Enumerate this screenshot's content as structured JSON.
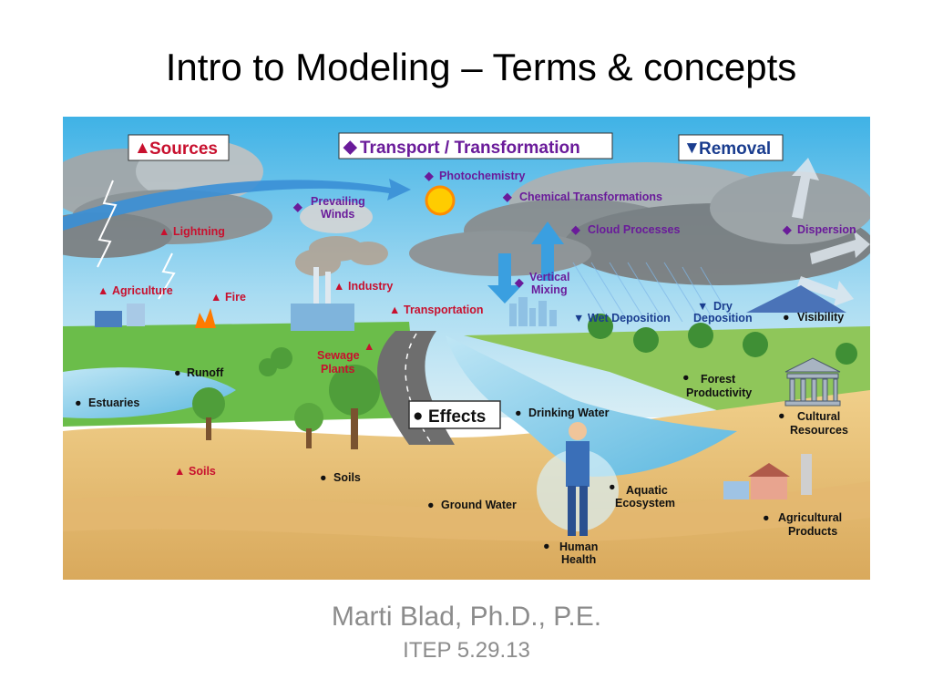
{
  "title": "Intro to Modeling – Terms & concepts",
  "author": "Marti Blad, Ph.D., P.E.",
  "event": "ITEP 5.29.13",
  "diagram": {
    "headers": {
      "sources": "Sources",
      "transport": "Transport / Transformation",
      "removal": "Removal",
      "effects": "Effects"
    },
    "sources": {
      "lightning": "Lightning",
      "agriculture": "Agriculture",
      "fire": "Fire",
      "industry": "Industry",
      "transportation": "Transportation",
      "sewage_1": "Sewage",
      "sewage_2": "Plants",
      "soils": "Soils"
    },
    "transport": {
      "photochemistry": "Photochemistry",
      "winds_1": "Prevailing",
      "winds_2": "Winds",
      "chemical": "Chemical Transformations",
      "cloud": "Cloud Processes",
      "dispersion": "Dispersion",
      "mixing_1": "Vertical",
      "mixing_2": "Mixing"
    },
    "removal": {
      "wet": "Wet Deposition",
      "dry_1": "Dry",
      "dry_2": "Deposition"
    },
    "effects": {
      "visibility": "Visibility",
      "runoff": "Runoff",
      "estuaries": "Estuaries",
      "forest_1": "Forest",
      "forest_2": "Productivity",
      "drinking": "Drinking Water",
      "cultural_1": "Cultural",
      "cultural_2": "Resources",
      "soils": "Soils",
      "ground": "Ground Water",
      "aquatic_1": "Aquatic",
      "aquatic_2": "Ecosystem",
      "agri_1": "Agricultural",
      "agri_2": "Products",
      "human_1": "Human",
      "human_2": "Health"
    },
    "colors": {
      "sources": "#c8102e",
      "transport": "#6a1b9a",
      "removal": "#1a3d8f",
      "effects": "#111111"
    }
  }
}
